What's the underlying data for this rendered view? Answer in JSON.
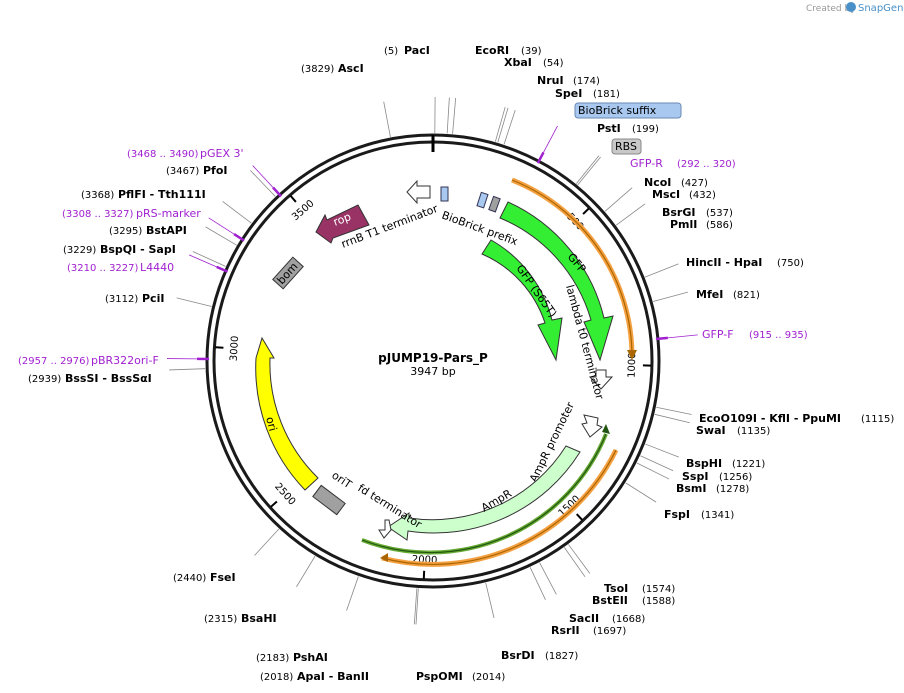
{
  "app": {
    "created_by": "Created by",
    "brand": "SnapGene",
    "colors": {
      "brand": "#4a90c8",
      "primer": "#a020d0"
    }
  },
  "plasmid": {
    "name": "pJUMP19-Pars_P",
    "size_label": "3947 bp",
    "length": 3947
  },
  "ticks": [
    {
      "pos": 500,
      "label": "500"
    },
    {
      "pos": 1000,
      "label": "1000"
    },
    {
      "pos": 1500,
      "label": "1500"
    },
    {
      "pos": 2000,
      "label": "2000"
    },
    {
      "pos": 2500,
      "label": "2500"
    },
    {
      "pos": 3000,
      "label": "3000"
    },
    {
      "pos": 3500,
      "label": "3500"
    }
  ],
  "enzymes": [
    {
      "pos": 5,
      "name": "PacI",
      "pos_label": "(5)"
    },
    {
      "pos": 39,
      "name": "EcoRI",
      "pos_label": "(39)"
    },
    {
      "pos": 54,
      "name": "XbaI",
      "pos_label": "(54)"
    },
    {
      "pos": 174,
      "name": "NruI",
      "pos_label": "(174)"
    },
    {
      "pos": 181,
      "name": "SpeI",
      "pos_label": "(181)"
    },
    {
      "pos": 199,
      "name": "PstI",
      "pos_label": "(199)"
    },
    {
      "pos": 427,
      "name": "NcoI",
      "pos_label": "(427)"
    },
    {
      "pos": 432,
      "name": "MscI",
      "pos_label": "(432)"
    },
    {
      "pos": 537,
      "name": "BsrGI",
      "pos_label": "(537)"
    },
    {
      "pos": 586,
      "name": "PmlI",
      "pos_label": "(586)"
    },
    {
      "pos": 750,
      "name": "HincII - HpaI",
      "pos_label": "(750)"
    },
    {
      "pos": 821,
      "name": "MfeI",
      "pos_label": "(821)"
    },
    {
      "pos": 1115,
      "name": "EcoO109I - KflI - PpuMI",
      "pos_label": "(1115)"
    },
    {
      "pos": 1135,
      "name": "SwaI",
      "pos_label": "(1135)"
    },
    {
      "pos": 1221,
      "name": "BspHI",
      "pos_label": "(1221)"
    },
    {
      "pos": 1256,
      "name": "SspI",
      "pos_label": "(1256)"
    },
    {
      "pos": 1278,
      "name": "BsmI",
      "pos_label": "(1278)"
    },
    {
      "pos": 1341,
      "name": "FspI",
      "pos_label": "(1341)"
    },
    {
      "pos": 1574,
      "name": "TsoI",
      "pos_label": "(1574)"
    },
    {
      "pos": 1588,
      "name": "BstEII",
      "pos_label": "(1588)"
    },
    {
      "pos": 1668,
      "name": "SacII",
      "pos_label": "(1668)"
    },
    {
      "pos": 1697,
      "name": "RsrII",
      "pos_label": "(1697)"
    },
    {
      "pos": 1827,
      "name": "BsrDI",
      "pos_label": "(1827)"
    },
    {
      "pos": 2014,
      "name": "PspOMI",
      "pos_label": "(2014)"
    },
    {
      "pos": 2018,
      "name": "ApaI - BanII",
      "pos_label": "(2018)"
    },
    {
      "pos": 2183,
      "name": "PshAI",
      "pos_label": "(2183)"
    },
    {
      "pos": 2315,
      "name": "BsaHI",
      "pos_label": "(2315)"
    },
    {
      "pos": 2440,
      "name": "FseI",
      "pos_label": "(2440)"
    },
    {
      "pos": 2939,
      "name": "BssSI - BssSαI",
      "pos_label": "(2939)"
    },
    {
      "pos": 3112,
      "name": "PciI",
      "pos_label": "(3112)"
    },
    {
      "pos": 3229,
      "name": "BspQI - SapI",
      "pos_label": "(3229)"
    },
    {
      "pos": 3295,
      "name": "BstAPI",
      "pos_label": "(3295)"
    },
    {
      "pos": 3368,
      "name": "PflFI - Tth111I",
      "pos_label": "(3368)"
    },
    {
      "pos": 3467,
      "name": "PfoI",
      "pos_label": "(3467)"
    },
    {
      "pos": 3829,
      "name": "AscI",
      "pos_label": "(3829)"
    }
  ],
  "primers": [
    {
      "name": "GFP-R",
      "range": "(292 .. 320)",
      "pos": 306
    },
    {
      "name": "GFP-F",
      "range": "(915 .. 935)",
      "pos": 925
    },
    {
      "name": "pBR322ori-F",
      "range": "(2957 .. 2976)",
      "pos": 2966
    },
    {
      "name": "L4440",
      "range": "(3210 .. 3227)",
      "pos": 3218
    },
    {
      "name": "pRS-marker",
      "range": "(3308 .. 3327)",
      "pos": 3317
    },
    {
      "name": "pGEX 3'",
      "range": "(3468 .. 3490)",
      "pos": 3479
    }
  ],
  "features": [
    {
      "name": "BioBrick suffix",
      "type": "boxed",
      "color": "#a8c8f0"
    },
    {
      "name": "RBS",
      "type": "boxed",
      "color": "#c8c8c8"
    },
    {
      "name": "BioBrick prefix",
      "type": "label"
    },
    {
      "name": "rrnB T1 terminator",
      "type": "label"
    },
    {
      "name": "rop",
      "type": "arrow",
      "color": "#993366"
    },
    {
      "name": "bom",
      "type": "box",
      "color": "#999999"
    },
    {
      "name": "GFP",
      "type": "arrow",
      "color": "#33ee33"
    },
    {
      "name": "GFP (S65T)",
      "type": "arrow",
      "color": "#33ee33"
    },
    {
      "name": "lambda t0 terminator",
      "type": "label"
    },
    {
      "name": "AmpR promoter",
      "type": "label"
    },
    {
      "name": "AmpR",
      "type": "arrow",
      "color": "#ccffcc"
    },
    {
      "name": "fd terminator",
      "type": "label"
    },
    {
      "name": "oriT",
      "type": "label"
    },
    {
      "name": "ori",
      "type": "arrow",
      "color": "#ffff00"
    }
  ]
}
